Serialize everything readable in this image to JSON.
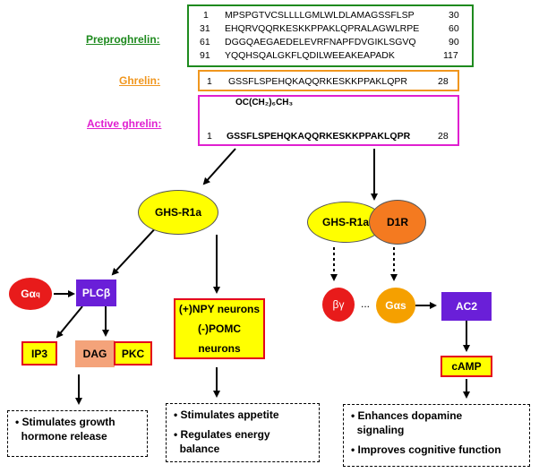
{
  "labels": {
    "preproghrelin": "Preproghrelin:",
    "ghrelin": "Ghrelin:",
    "active_ghrelin": "Active ghrelin:"
  },
  "colors": {
    "preproghrelin": "#1e8a1e",
    "ghrelin": "#f0961e",
    "active": "#e020d0",
    "yellow": "#ffff00",
    "red_border": "#e4001b",
    "purple": "#6a1fd8",
    "orange": "#f47a20",
    "red": "#e81b1b",
    "salmon": "#f4a37a",
    "gas_orange": "#f5a000"
  },
  "preproghrelin": {
    "rows": [
      {
        "start": "1",
        "seq": "MPSPGTVCSLLLLGMLWLDLAMAGSSFLSP",
        "end": "30"
      },
      {
        "start": "31",
        "seq": "EHQRVQQRKESKKPPAKLQPRALAGWLRPE",
        "end": "60"
      },
      {
        "start": "61",
        "seq": "DGGQAEGAEDELEVRFNAPFDVGIKLSGVQ",
        "end": "90"
      },
      {
        "start": "91",
        "seq": "YQQHSQALGKFLQDILWEEAKEAPADK",
        "end": "117"
      }
    ]
  },
  "ghrelin": {
    "start": "1",
    "seq": "GSSFLSPEHQKAQQRKESKKPPAKLQPR",
    "end": "28"
  },
  "active": {
    "modification": "OC(CH₂)₆CH₃",
    "start": "1",
    "seq": "GSSFLSPEHQKAQQRKESKKPPAKLQPR",
    "end": "28"
  },
  "nodes": {
    "ghsr_left": "GHS-R1a",
    "ghsr_right": "GHS-R1a",
    "d1r": "D1R",
    "gaq_main": "Gα",
    "gaq_sub": "q",
    "plcb": "PLCβ",
    "ip3": "IP3",
    "dag": "DAG",
    "pkc": "PKC",
    "npy": "(+)NPY neurons",
    "pomc": "(-)POMC neurons",
    "bg": "βγ",
    "dots": "...",
    "gas": "Gαs",
    "ac2": "AC2",
    "camp": "cAMP"
  },
  "outcomes": {
    "left": [
      "• Stimulates growth",
      "  hormone release"
    ],
    "middle": [
      "• Stimulates appetite",
      "• Regulates energy",
      "  balance"
    ],
    "right": [
      "• Enhances dopamine",
      "  signaling",
      "• Improves cognitive function"
    ]
  }
}
